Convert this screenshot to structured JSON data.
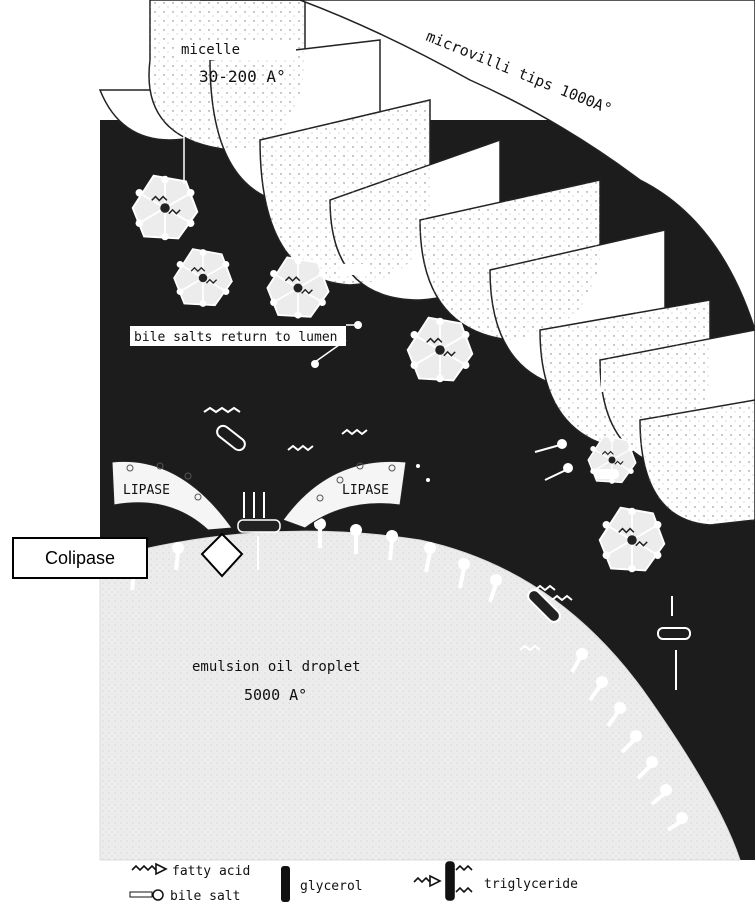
{
  "labels": {
    "micelle": "micelle",
    "micelle_size": "30-200 A°",
    "microvilli": "microvilli tips 1000A°",
    "bile_return": "bile salts return to lumen",
    "lipase_left": "LIPASE",
    "lipase_right": "LIPASE",
    "colipase": "Colipase",
    "droplet": "emulsion oil droplet",
    "droplet_size": "5000 A°"
  },
  "legend": {
    "fatty_acid": "fatty acid",
    "bile_salt": "bile salt",
    "glycerol": "glycerol",
    "triglyceride": "triglyceride"
  },
  "colors": {
    "background": "#1c1c1c",
    "paper": "#ffffff",
    "droplet": "#ececec"
  }
}
